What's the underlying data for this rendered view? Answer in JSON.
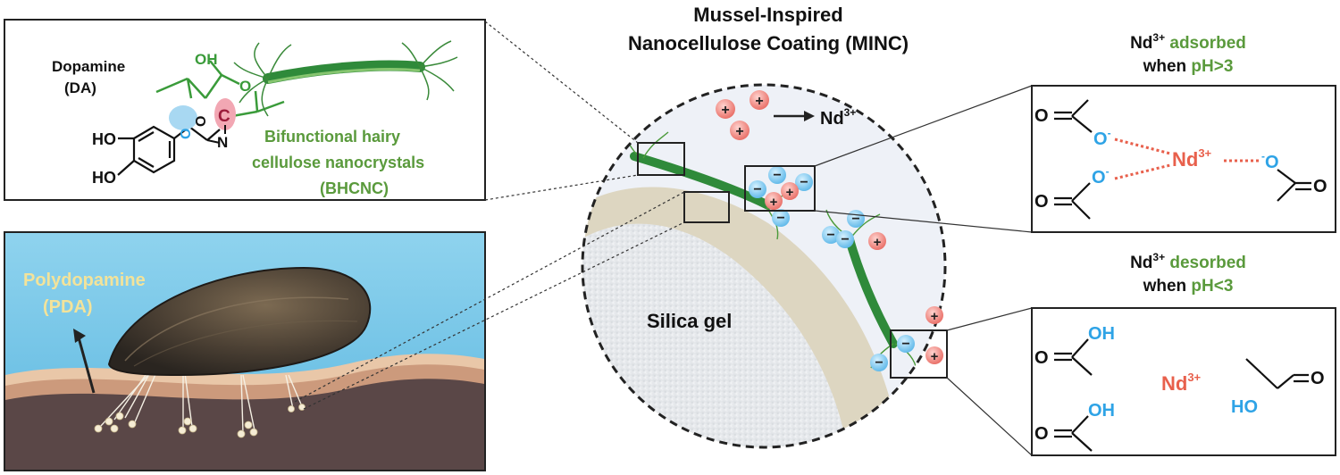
{
  "title": {
    "line1": "Mussel-Inspired",
    "line2": "Nanocellulose Coating (MINC)"
  },
  "molecule_box": {
    "dopamine_label": "Dopamine",
    "dopamine_abbr": "(DA)",
    "oh_label": "OH",
    "ho_label_1": "HO",
    "ho_label_2": "HO",
    "o_label": "O",
    "o_minus": "O",
    "carbon_label": "C",
    "n_label": "N",
    "bhcnc_line1": "Bifunctional hairy",
    "bhcnc_line2": "cellulose nanocrystals",
    "bhcnc_line3": "(BHCNC)"
  },
  "mussel_panel": {
    "pda_line1": "Polydopamine",
    "pda_line2": "(PDA)"
  },
  "circle": {
    "silica_label": "Silica gel",
    "nd_label": "Nd",
    "nd_sup": "3+"
  },
  "adsorbed": {
    "nd": "Nd",
    "sup": "3+",
    "word": "adsorbed",
    "when": "when",
    "ph": "pH>3",
    "o_left": "O",
    "o_minus_1": "O",
    "o_minus_2": "O",
    "o_left_2": "O",
    "center_nd": "Nd",
    "center_sup": "3+",
    "right_o": "O",
    "right_o2": "O"
  },
  "desorbed": {
    "nd": "Nd",
    "sup": "3+",
    "word": "desorbed",
    "when": "when",
    "ph": "pH<3",
    "oh_1": "OH",
    "o_1": "O",
    "oh_2": "OH",
    "o_2": "O",
    "center_nd": "Nd",
    "center_sup": "3+",
    "ho_right": "HO",
    "o_right": "O"
  },
  "colors": {
    "green_text": "#5a9a3c",
    "red_nd": "#e8604c",
    "blue_o": "#2ea3e6",
    "pda_yellow": "#f3e39a",
    "crimson_c": "#9b1b3a"
  }
}
